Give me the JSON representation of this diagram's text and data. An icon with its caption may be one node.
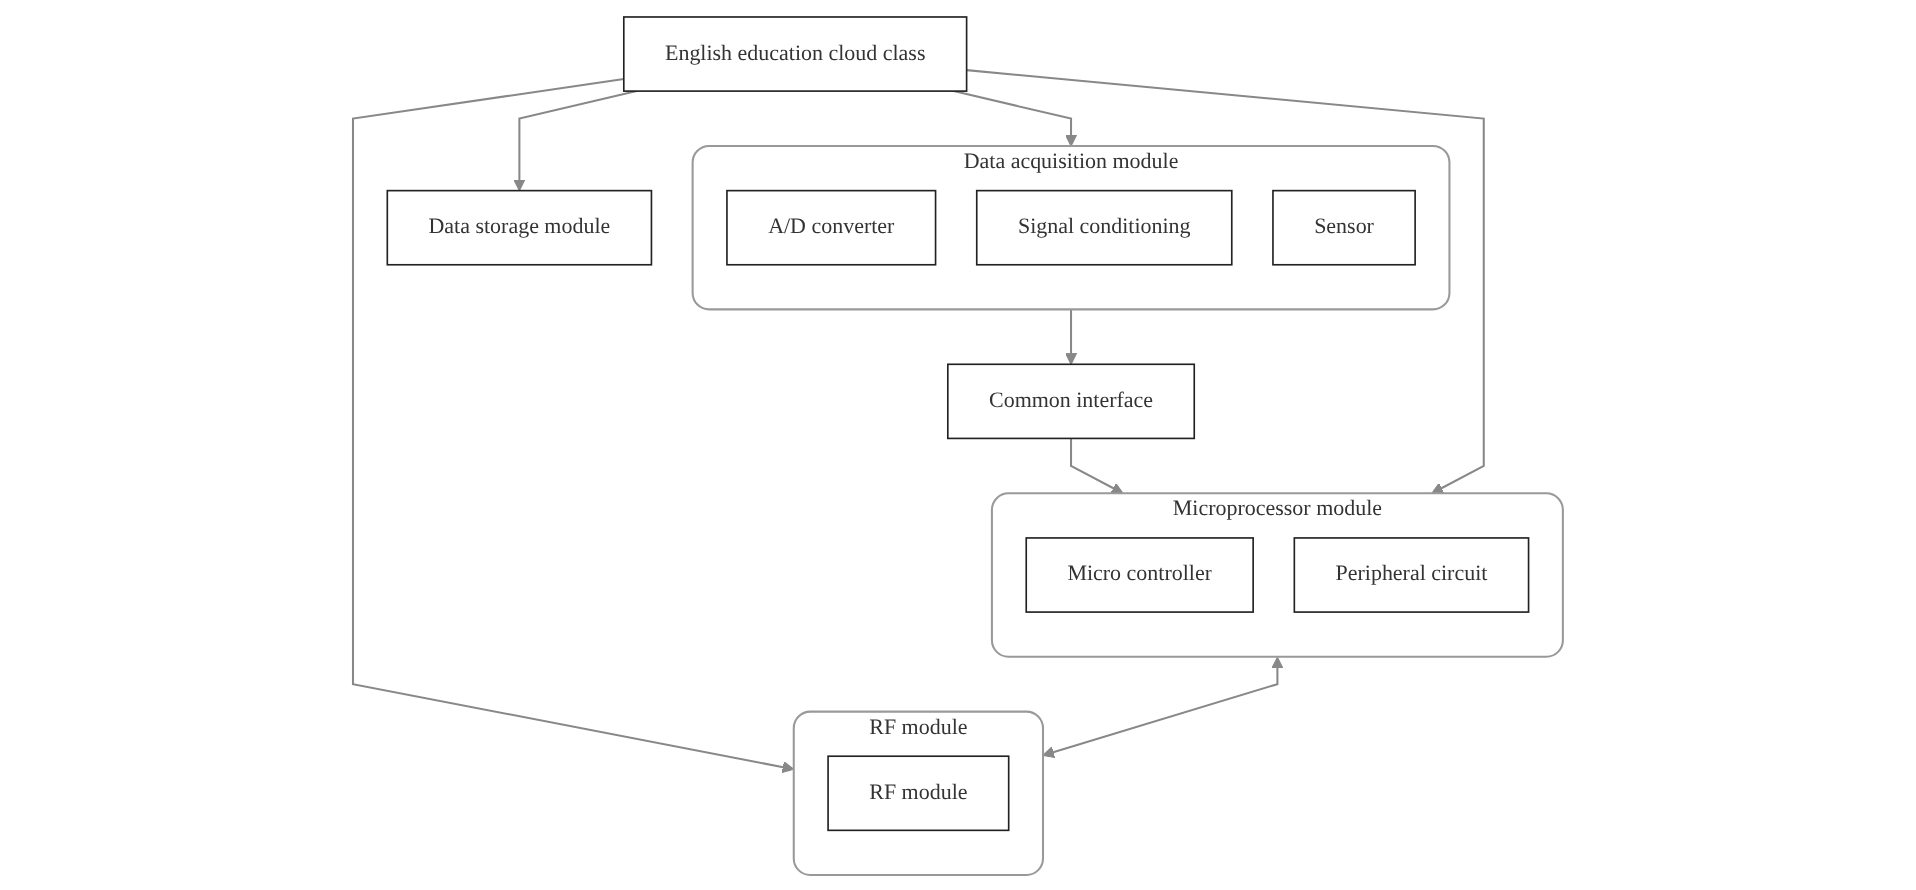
{
  "diagram": {
    "nodes": [
      {
        "text": [
          "English education cloud class"
        ]
      },
      {
        "text": [
          "Data storage module"
        ]
      },
      {
        "text": [
          "Data acquisition module"
        ]
      },
      {
        "text": [
          "A/D converter"
        ],
        "in": 2
      },
      {
        "text": [
          "Signal conditioning"
        ],
        "in": 2
      },
      {
        "text": [
          "Sensor"
        ],
        "in": 2
      },
      {
        "text": [
          "Common interface"
        ]
      },
      {
        "text": [
          "Microprocessor module"
        ]
      },
      {
        "text": [
          "Micro controller"
        ],
        "in": 7
      },
      {
        "text": [
          "Peripheral circuit"
        ],
        "in": 7
      },
      {
        "text": [
          "RF module"
        ]
      },
      {
        "text": [
          "RF module"
        ],
        "in": 10
      }
    ],
    "edges": [
      {
        "from": 0,
        "to": 1,
        "arrow": "to"
      },
      {
        "from": 0,
        "to": 2,
        "arrow": "to"
      },
      {
        "from": 2,
        "to": 6,
        "arrow": "to"
      },
      {
        "from": 6,
        "to": 7,
        "arrow": "to"
      },
      {
        "from": 0,
        "to": 7,
        "arrow": "to"
      },
      {
        "from": 0,
        "to": 10,
        "arrow": "to"
      },
      {
        "from": 7,
        "to": 10,
        "arrow": "both"
      }
    ]
  }
}
